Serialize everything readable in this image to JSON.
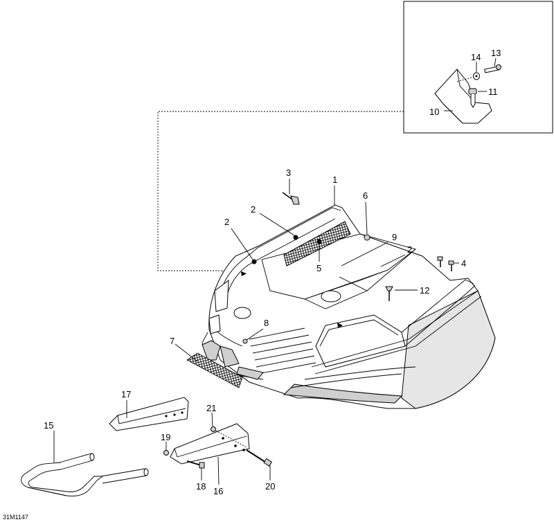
{
  "drawing_code": "31M1147",
  "callouts": {
    "c1": "1",
    "c2a": "2",
    "c2b": "2",
    "c2c": "2",
    "c3": "3",
    "c4": "4",
    "c5": "5",
    "c6": "6",
    "c7": "7",
    "c8": "8",
    "c9": "9",
    "c10": "10",
    "c11": "11",
    "c12": "12",
    "c13": "13",
    "c14": "14",
    "c15": "15",
    "c16": "16",
    "c17": "17",
    "c18": "18",
    "c19": "19",
    "c20": "20",
    "c21": "21"
  }
}
